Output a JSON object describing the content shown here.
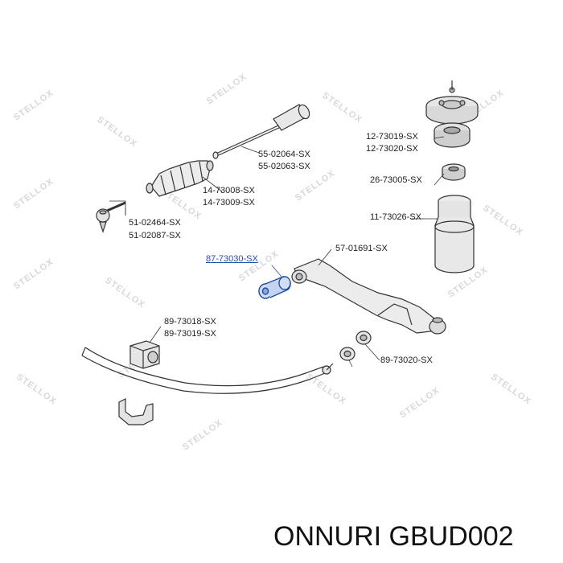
{
  "watermark": "STELLOX",
  "part_labels": {
    "p55a": "55-02064-SX",
    "p55b": "55-02063-SX",
    "p14a": "14-73008-SX",
    "p14b": "14-73009-SX",
    "p51a": "51-02464-SX",
    "p51b": "51-02087-SX",
    "p12a": "12-73019-SX",
    "p12b": "12-73020-SX",
    "p26": "26-73005-SX",
    "p11": "11-73026-SX",
    "p57": "57-01691-SX",
    "p87": "87-73030-SX",
    "p89a": "89-73018-SX",
    "p89b": "89-73019-SX",
    "p89c": "89-73020-SX"
  },
  "highlight_color": "#1f4fa8",
  "footer": "ONNURI GBUD002"
}
